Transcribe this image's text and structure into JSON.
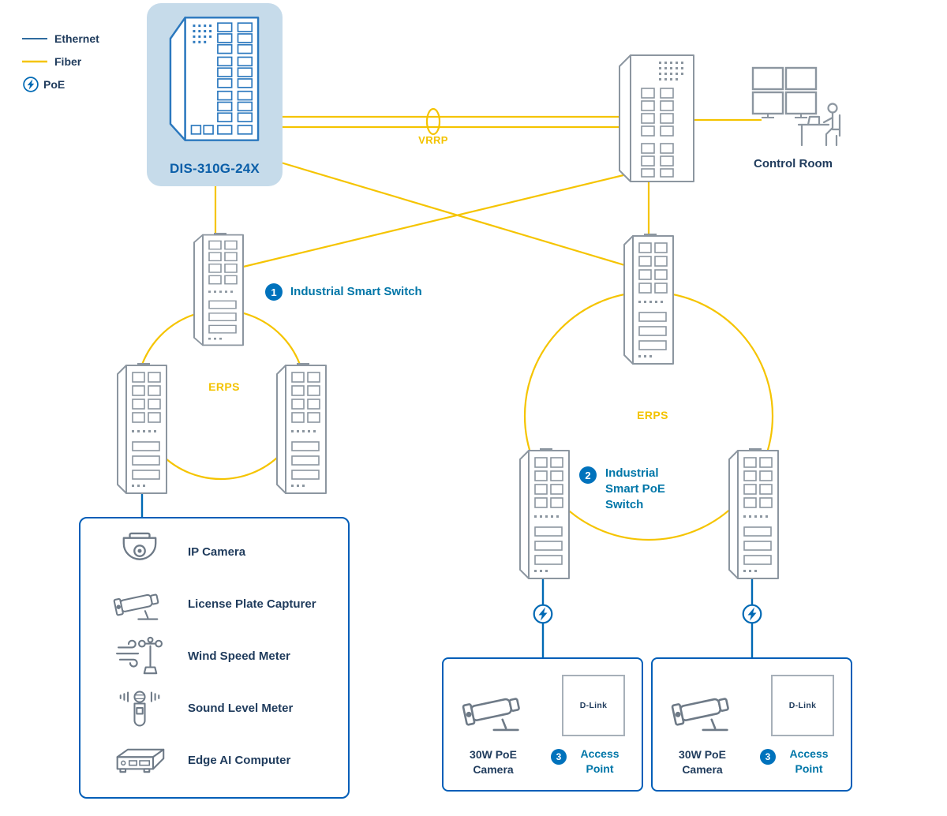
{
  "colors": {
    "ethernet_blue": "#0069B4",
    "fiber_yellow": "#F5C400",
    "callout_teal": "#0076A8",
    "badge_blue": "#0072BC",
    "label_navy": "#1F3B5C",
    "box_border_blue": "#005EB8",
    "main_card_bg": "#C6DBEA"
  },
  "legend": {
    "items": [
      {
        "icon": "ethernet-line",
        "label": "Ethernet"
      },
      {
        "icon": "fiber-line",
        "label": "Fiber"
      },
      {
        "icon": "poe-badge",
        "label": "PoE"
      }
    ]
  },
  "core": {
    "main_switch_label": "DIS-310G-24X",
    "vrrp_label": "VRRP",
    "control_room_label": "Control Room"
  },
  "rings": {
    "left": {
      "label": "ERPS"
    },
    "right": {
      "label": "ERPS"
    }
  },
  "callouts": {
    "smart_switch": {
      "num": "1",
      "label": "Industrial Smart Switch"
    },
    "smart_poe_switch": {
      "num": "2",
      "label": "Industrial Smart PoE Switch"
    },
    "access_point_1": {
      "num": "3",
      "label": "Access Point"
    },
    "access_point_2": {
      "num": "3",
      "label": "Access Point"
    }
  },
  "device_box": {
    "items": [
      {
        "icon": "dome-camera-icon",
        "label": "IP Camera"
      },
      {
        "icon": "bullet-camera-icon",
        "label": "License Plate Capturer"
      },
      {
        "icon": "wind-speed-meter-icon",
        "label": "Wind Speed Meter"
      },
      {
        "icon": "sound-level-meter-icon",
        "label": "Sound Level Meter"
      },
      {
        "icon": "edge-ai-computer-icon",
        "label": "Edge AI Computer"
      }
    ]
  },
  "poe_boxes": [
    {
      "camera_label": "30W PoE Camera",
      "ap_brand": "D-Link"
    },
    {
      "camera_label": "30W PoE Camera",
      "ap_brand": "D-Link"
    }
  ]
}
